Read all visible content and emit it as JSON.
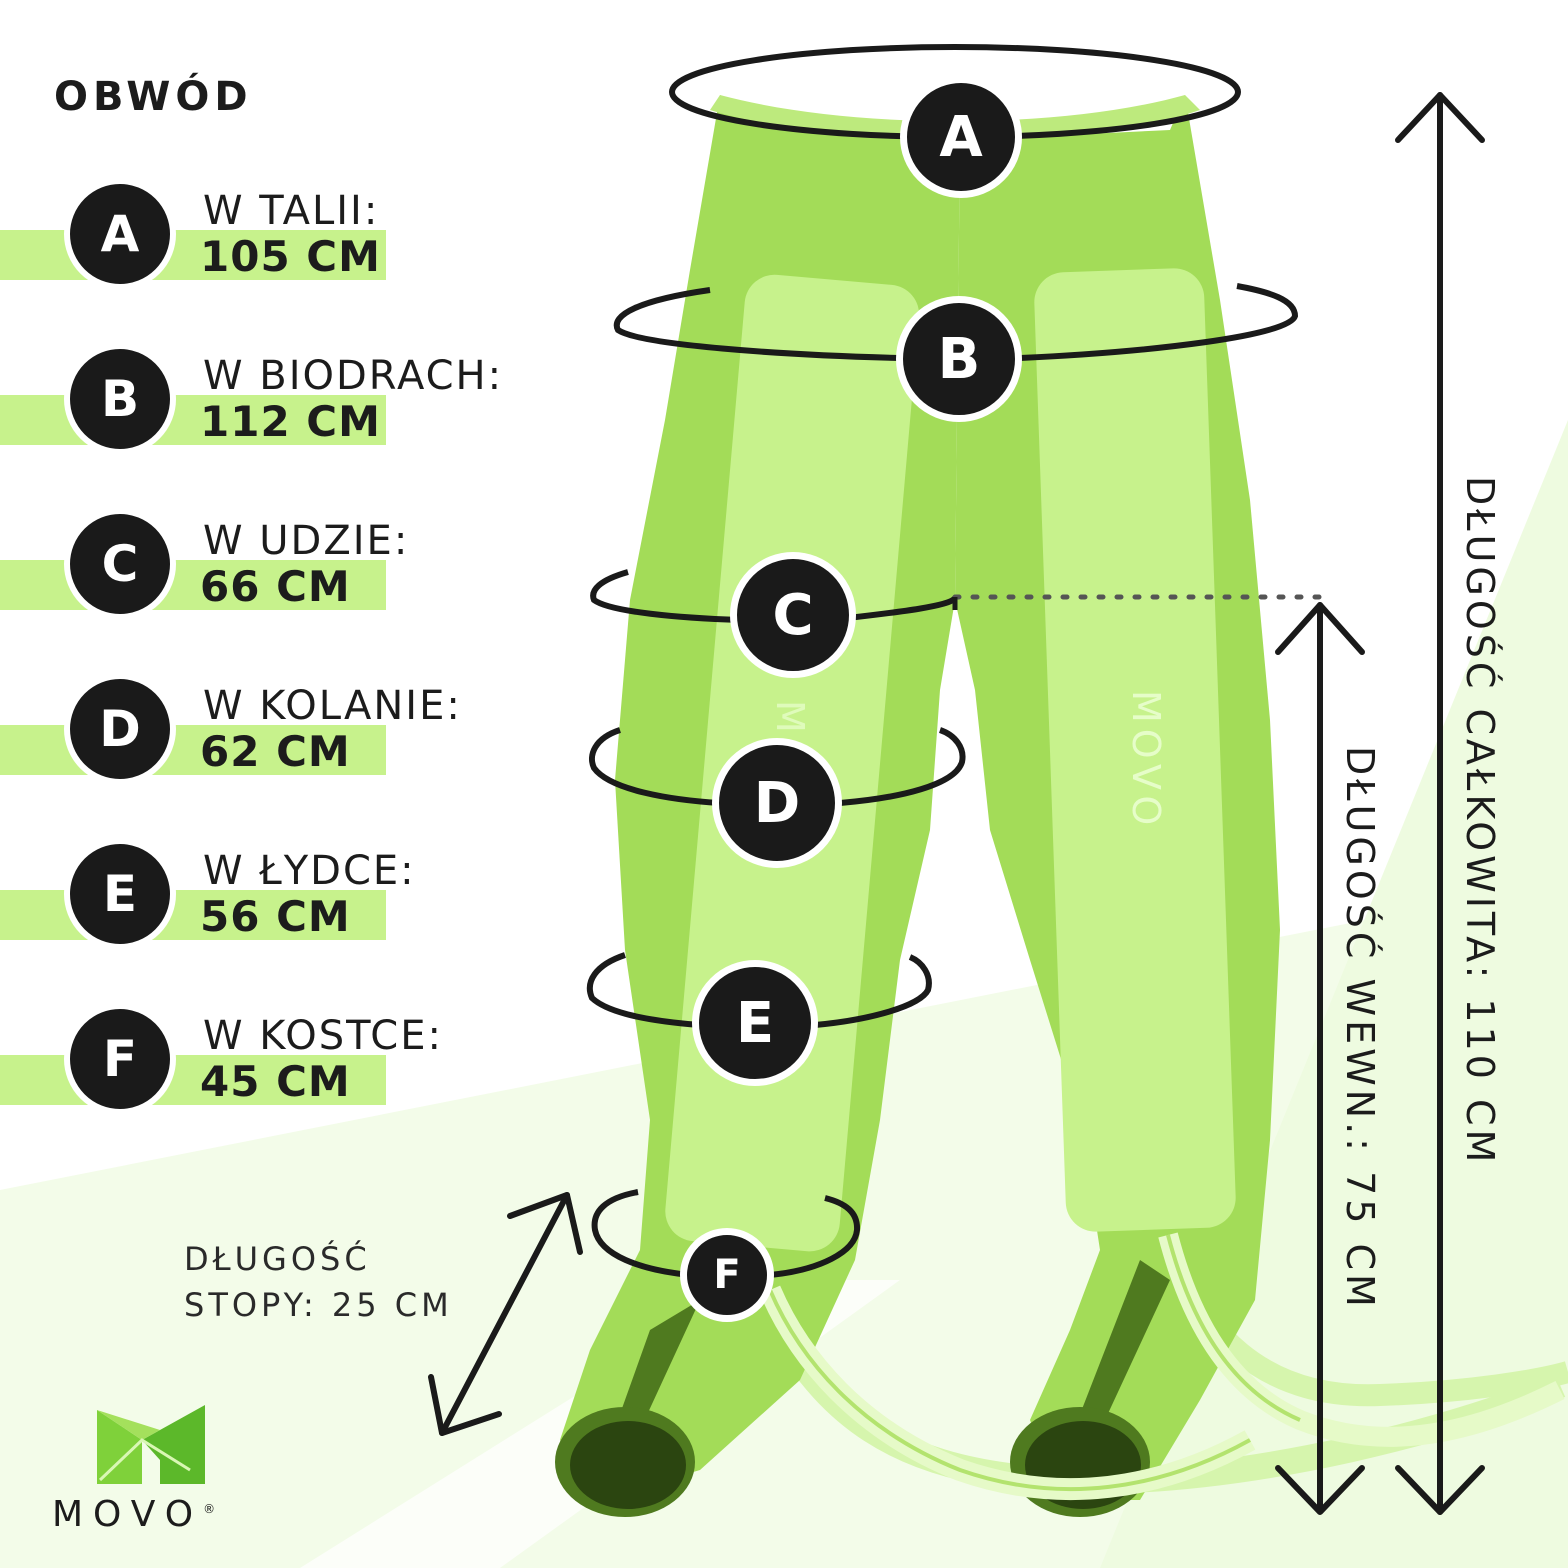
{
  "heading": "OBWÓD",
  "measurements": [
    {
      "letter": "A",
      "label": "W TALII:",
      "value": "105 CM"
    },
    {
      "letter": "B",
      "label": "W BIODRACH:",
      "value": "112 CM"
    },
    {
      "letter": "C",
      "label": "W UDZIE:",
      "value": "66 CM"
    },
    {
      "letter": "D",
      "label": "W KOLANIE:",
      "value": "62 CM"
    },
    {
      "letter": "E",
      "label": "W ŁYDCE:",
      "value": "56 CM"
    },
    {
      "letter": "F",
      "label": "W KOSTCE:",
      "value": "45 CM"
    }
  ],
  "foot_length": {
    "line1": "DŁUGOŚĆ",
    "line2": "STOPY: 25 CM"
  },
  "inner_length": "DŁUGOŚĆ WEWN.: 75 CM",
  "total_length": "DŁUGOŚĆ CAŁKOWITA: 110 CM",
  "brand": {
    "name": "MOVO",
    "registered": "®"
  },
  "colors": {
    "garment": "#a3dc58",
    "garment_light": "#c7f28c",
    "garment_dark": "#4f7a1f",
    "badge": "#1a1a1a",
    "background_tint": "#eefbe0"
  }
}
